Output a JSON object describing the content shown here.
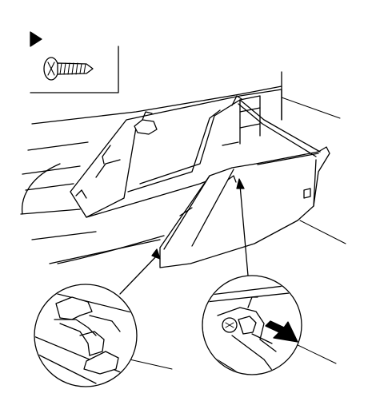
{
  "figure": {
    "kind": "service-manual exploded illustration",
    "stroke_color": "#000000",
    "background_color": "#ffffff",
    "legend": {
      "marker": "black-triangle-marker",
      "icon": "tapping-screw-icon"
    },
    "parts": [
      {
        "id": "inner-fender-liner"
      },
      {
        "id": "side-cover-panel"
      },
      {
        "id": "mounting-clip"
      },
      {
        "id": "panel-hook-detail"
      },
      {
        "id": "screw-mount-detail"
      }
    ],
    "callouts": [
      {
        "id": "leader-upper-right"
      },
      {
        "id": "leader-lower-right"
      },
      {
        "id": "leader-left-detail"
      },
      {
        "id": "leader-right-detail"
      }
    ],
    "detail_views": [
      {
        "id": "hook-engagement-detail"
      },
      {
        "id": "screw-location-detail",
        "marker": "black-arrow-marker"
      }
    ]
  }
}
